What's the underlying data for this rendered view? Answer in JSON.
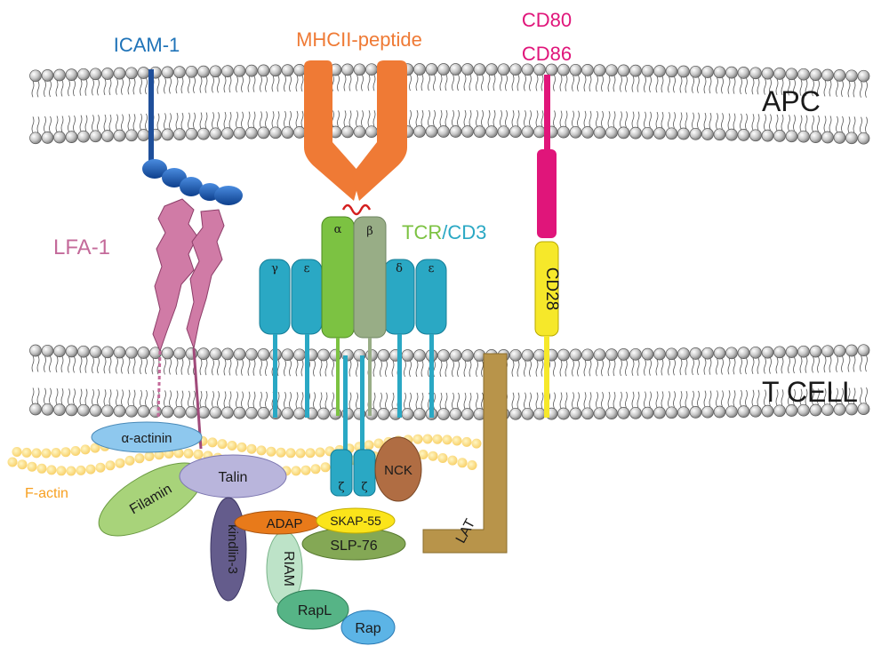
{
  "cells": {
    "apc": "APC",
    "tcell": "T CELL"
  },
  "labels": {
    "icam1": "ICAM-1",
    "mhc": "MHCII-peptide",
    "cd80": "CD80",
    "cd86": "CD86",
    "lfa1": "LFA-1",
    "tcr": "TCR",
    "slash": "/",
    "cd3": "CD3",
    "cd28": "CD28",
    "factin": "F-actin"
  },
  "chains": {
    "alpha": "α",
    "beta": "β",
    "gamma": "γ",
    "epsilon1": "ε",
    "delta": "δ",
    "epsilon2": "ε",
    "zeta1": "ζ",
    "zeta2": "ζ"
  },
  "proteins": {
    "actinin": "α-actinin",
    "talin": "Talin",
    "filamin": "Filamin",
    "kindlin": "kindlin-3",
    "adap": "ADAP",
    "skap": "SKAP-55",
    "slp76": "SLP-76",
    "riam": "RIAM",
    "rapl": "RapL",
    "rap": "Rap",
    "nck": "NCK",
    "lat": "LAT"
  },
  "colors": {
    "icam": "#1f5fb0",
    "mhc": "#ef7a35",
    "cd80": "#e0157a",
    "lfa": "#c46a9a",
    "tcr": "#7cc242",
    "cd3": "#2aa8c4",
    "cd28": "#f6e82a",
    "factin": "#f7a021"
  }
}
